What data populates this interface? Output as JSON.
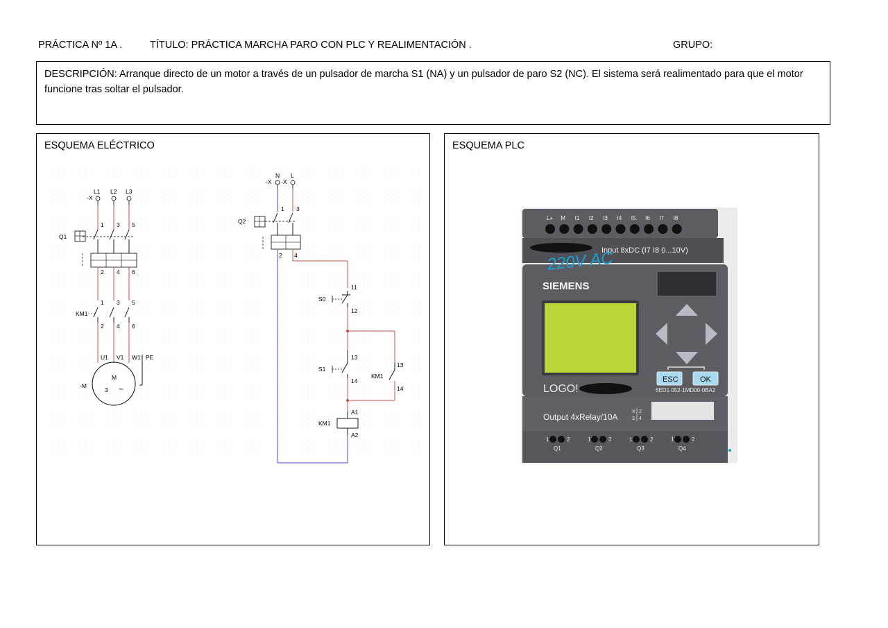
{
  "header": {
    "practice": "PRÁCTICA Nº 1A .",
    "title": "TÍTULO: PRÁCTICA MARCHA PARO CON PLC Y REALIMENTACIÓN .",
    "group": "GRUPO:"
  },
  "description": {
    "text": "DESCRIPCIÓN: Arranque directo de un motor a través de un pulsador de marcha S1 (NA) y un pulsador de paro S2 (NC). El sistema será realimentado para que el motor funcione tras soltar el pulsador."
  },
  "electrical": {
    "title": "ESQUEMA ELÉCTRICO",
    "power": {
      "terminal": "-X",
      "phases": [
        "L1",
        "L2",
        "L3"
      ],
      "breaker": "Q1",
      "breaker_top": [
        "1",
        "3",
        "5"
      ],
      "breaker_bottom": [
        "2",
        "4",
        "6"
      ],
      "contactor": "KM1",
      "contactor_top": [
        "1",
        "3",
        "5"
      ],
      "contactor_bottom": [
        "2",
        "4",
        "6"
      ],
      "motor_terminals": [
        "U1",
        "V1",
        "W1",
        "PE"
      ],
      "motor_ref": "-M",
      "motor_letter": "M",
      "motor_phase": "3",
      "motor_symbol": "~"
    },
    "control": {
      "supply": [
        "N",
        "L"
      ],
      "terminal": "-X",
      "breaker": "Q2",
      "breaker_top": [
        "1",
        "3"
      ],
      "breaker_bottom": [
        "2",
        "4"
      ],
      "stop_button": "S0",
      "stop_contacts": [
        "11",
        "12"
      ],
      "start_button": "S1",
      "start_contacts": [
        "13",
        "14"
      ],
      "hold_contact": "KM1",
      "hold_contacts": [
        "13",
        "14"
      ],
      "coil": "KM1",
      "coil_terminals": [
        "A1",
        "A2"
      ]
    }
  },
  "plc": {
    "title": "ESQUEMA PLC",
    "inputs": [
      "L+",
      "M",
      "I1",
      "I2",
      "I3",
      "I4",
      "I5",
      "I6",
      "I7",
      "I8"
    ],
    "input_label": "Input 8xDC (I7 I8  0...10V)",
    "handwritten": "220V AC",
    "brand": "SIEMENS",
    "logo": "LOGO!",
    "esc": "ESC",
    "ok": "OK",
    "model": "6ED1 052-1MD00-0BA2",
    "output_label": "Output 4xRelay/10A",
    "output_fraction": [
      "X",
      "2",
      "3",
      "4"
    ],
    "outputs": [
      "Q1",
      "Q2",
      "Q3",
      "Q4"
    ],
    "output_pins": [
      "1",
      "2"
    ]
  },
  "colors": {
    "phase_wire": "#c0504d",
    "neutral_wire": "#4a4ad8",
    "plc_body": "#5b5d63",
    "plc_dark": "#3e4045",
    "lcd": "#b8d63a",
    "handwriting": "#1aa0d6"
  }
}
